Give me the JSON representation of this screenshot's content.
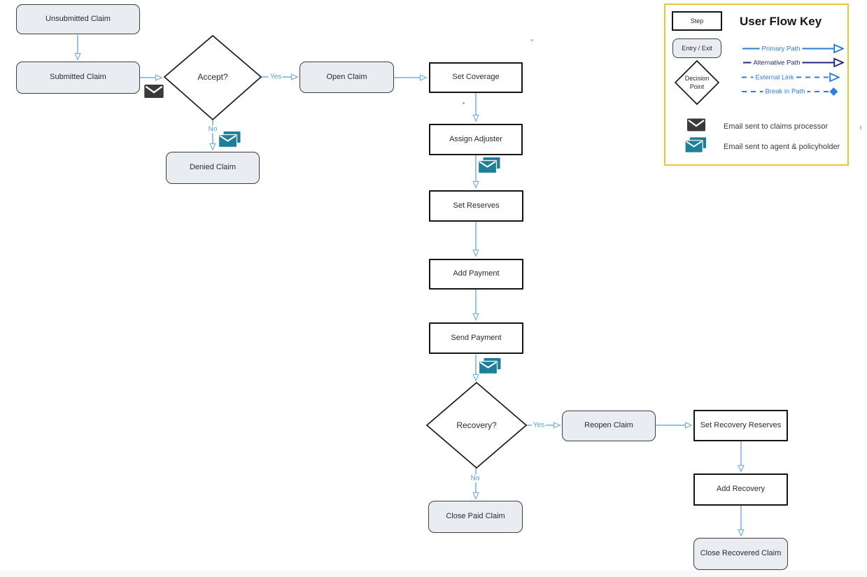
{
  "colors": {
    "flow_arrow": "#74afe1",
    "flow_label": "#4f9bd7",
    "primary_path": "#2b7cd3",
    "alternative_path": "#26267e",
    "external_link": "#2e7de0",
    "break_in_path": "#2e7de0",
    "legend_border": "#f0c433",
    "email_processor_icon": "#3a3a3a",
    "email_agent_icon": "#1d7f98",
    "step_fill": "#ffffff",
    "step_border": "#141414",
    "entry_fill": "#e9edf2",
    "entry_border": "#3f3f3f"
  },
  "nodes": {
    "unsubmitted": {
      "label": "Unsubmitted Claim",
      "type": "entry"
    },
    "submitted": {
      "label": "Submitted Claim",
      "type": "entry"
    },
    "accept": {
      "label": "Accept?",
      "type": "decision"
    },
    "open": {
      "label": "Open Claim",
      "type": "entry"
    },
    "denied": {
      "label": "Denied Claim",
      "type": "entry"
    },
    "set_coverage": {
      "label": "Set Coverage",
      "type": "step"
    },
    "assign_adjuster": {
      "label": "Assign Adjuster",
      "type": "step"
    },
    "set_reserves": {
      "label": "Set Reserves",
      "type": "step"
    },
    "add_payment": {
      "label": "Add Payment",
      "type": "step"
    },
    "send_payment": {
      "label": "Send Payment",
      "type": "step"
    },
    "recovery": {
      "label": "Recovery?",
      "type": "decision"
    },
    "reopen": {
      "label": "Reopen Claim",
      "type": "entry"
    },
    "set_recovery_reserves": {
      "label": "Set Recovery Reserves",
      "type": "step"
    },
    "add_recovery": {
      "label": "Add Recovery",
      "type": "step"
    },
    "close_recovered": {
      "label": "Close Recovered Claim",
      "type": "entry"
    },
    "close_paid": {
      "label": "Close Paid Claim",
      "type": "entry"
    }
  },
  "edge_labels": {
    "accept_yes": "Yes",
    "accept_no": "No",
    "recovery_yes": "Yes",
    "recovery_no": "No"
  },
  "legend": {
    "title": "User Flow Key",
    "step_label": "Step",
    "entry_exit_label": "Entry / Exit",
    "decision_label": "Decision Point",
    "paths": [
      {
        "label": "Primary Path",
        "style": "solid",
        "end": "open-arrow",
        "color": "#2b7cd3"
      },
      {
        "label": "Alternative Path",
        "style": "solid",
        "end": "open-arrow",
        "color": "#26267e"
      },
      {
        "label": "External Link",
        "style": "dashed",
        "end": "open-arrow",
        "color": "#2e7de0"
      },
      {
        "label": "Break in Path",
        "style": "dashed",
        "end": "filled-diamond",
        "color": "#2e7de0"
      }
    ],
    "emails": [
      {
        "icon": "email-processor-icon",
        "label": "Email sent to claims processor"
      },
      {
        "icon": "email-agent-icon",
        "label": "Email sent to agent & policyholder"
      }
    ]
  }
}
